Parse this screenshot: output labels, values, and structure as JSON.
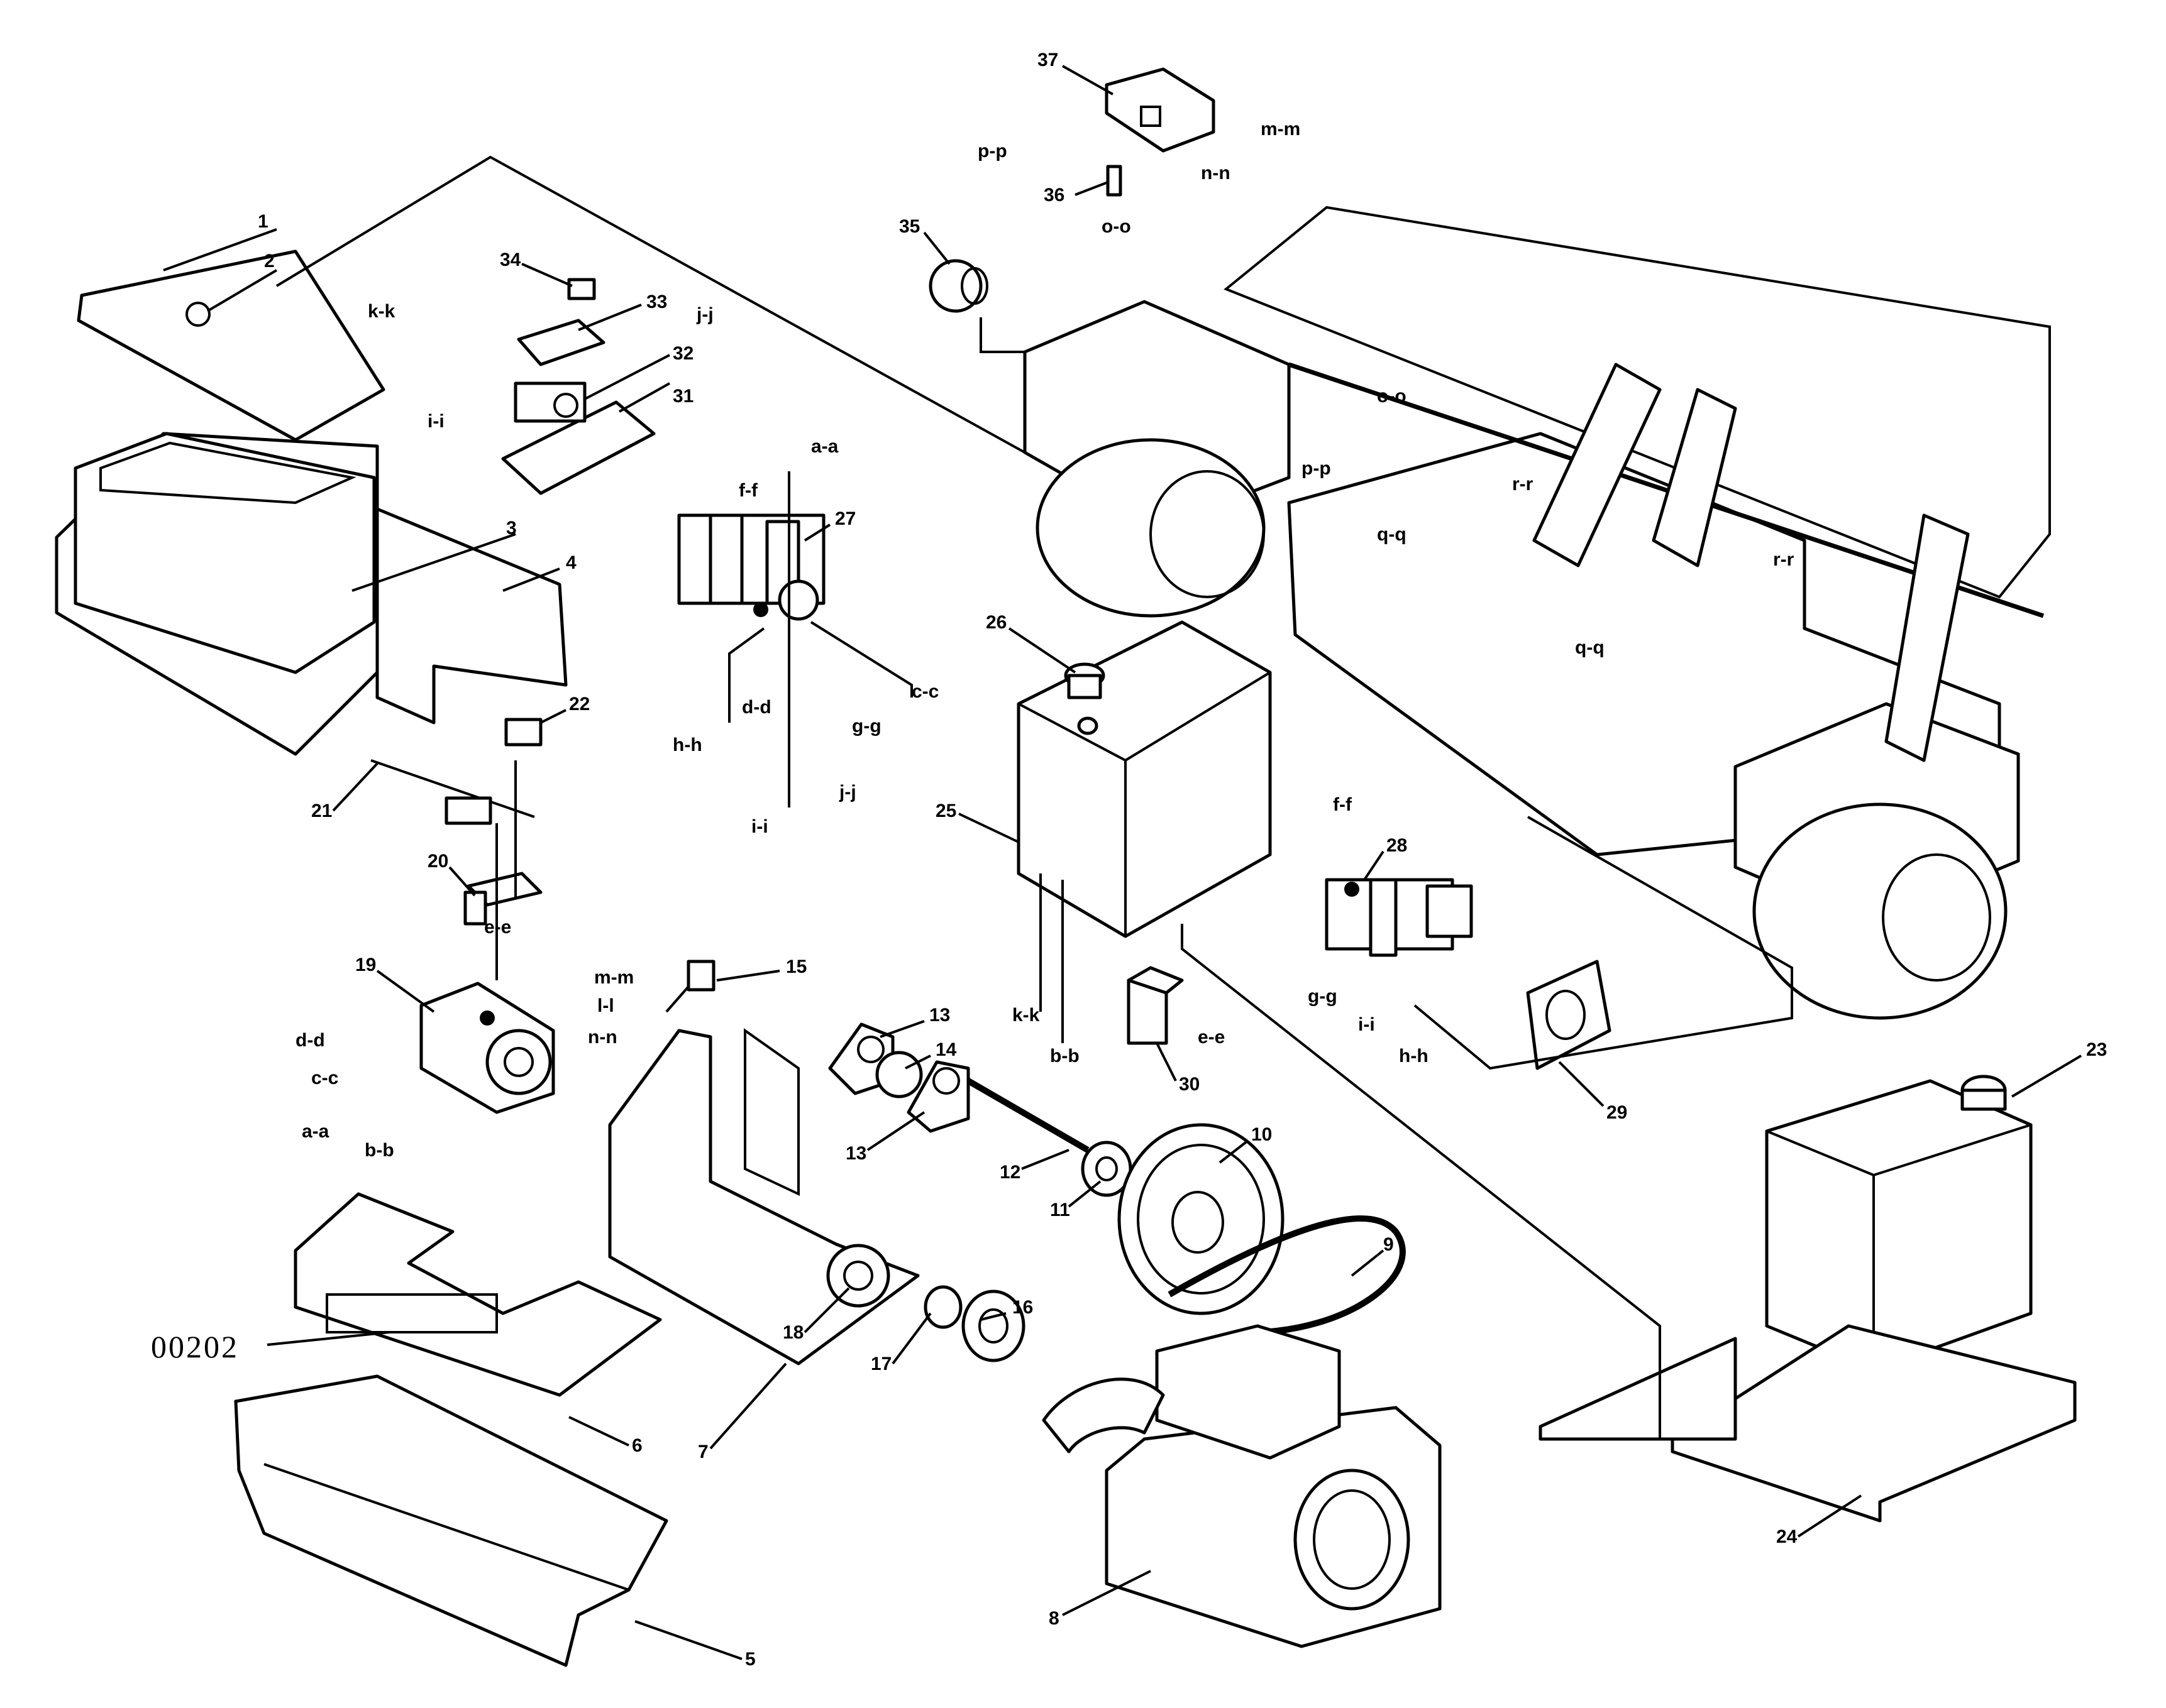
{
  "diagram_code": "00202",
  "callouts": [
    {
      "id": "1",
      "text": "1"
    },
    {
      "id": "2",
      "text": "2"
    },
    {
      "id": "3",
      "text": "3"
    },
    {
      "id": "4",
      "text": "4"
    },
    {
      "id": "5",
      "text": "5"
    },
    {
      "id": "6",
      "text": "6"
    },
    {
      "id": "7",
      "text": "7"
    },
    {
      "id": "8",
      "text": "8"
    },
    {
      "id": "9",
      "text": "9"
    },
    {
      "id": "10",
      "text": "10"
    },
    {
      "id": "11",
      "text": "11"
    },
    {
      "id": "12",
      "text": "12"
    },
    {
      "id": "13a",
      "text": "13"
    },
    {
      "id": "13b",
      "text": "13"
    },
    {
      "id": "14",
      "text": "14"
    },
    {
      "id": "15",
      "text": "15"
    },
    {
      "id": "16",
      "text": "16"
    },
    {
      "id": "17",
      "text": "17"
    },
    {
      "id": "18",
      "text": "18"
    },
    {
      "id": "19",
      "text": "19"
    },
    {
      "id": "20",
      "text": "20"
    },
    {
      "id": "21",
      "text": "21"
    },
    {
      "id": "22",
      "text": "22"
    },
    {
      "id": "23",
      "text": "23"
    },
    {
      "id": "24",
      "text": "24"
    },
    {
      "id": "25",
      "text": "25"
    },
    {
      "id": "26",
      "text": "26"
    },
    {
      "id": "27",
      "text": "27"
    },
    {
      "id": "28",
      "text": "28"
    },
    {
      "id": "29",
      "text": "29"
    },
    {
      "id": "30",
      "text": "30"
    },
    {
      "id": "31",
      "text": "31"
    },
    {
      "id": "32",
      "text": "32"
    },
    {
      "id": "33",
      "text": "33"
    },
    {
      "id": "34",
      "text": "34"
    },
    {
      "id": "35",
      "text": "35"
    },
    {
      "id": "36",
      "text": "36"
    },
    {
      "id": "37",
      "text": "37"
    }
  ],
  "connection_labels": [
    {
      "id": "aa_27",
      "text": "a-a"
    },
    {
      "id": "ff_27",
      "text": "f-f"
    },
    {
      "id": "cc_27",
      "text": "c-c"
    },
    {
      "id": "gg_27",
      "text": "g-g"
    },
    {
      "id": "dd_27",
      "text": "d-d"
    },
    {
      "id": "hh_27",
      "text": "h-h"
    },
    {
      "id": "jj_27",
      "text": "j-j"
    },
    {
      "id": "ii_27",
      "text": "i-i"
    },
    {
      "id": "kk_top",
      "text": "k-k"
    },
    {
      "id": "jj_top",
      "text": "j-j"
    },
    {
      "id": "ii_top",
      "text": "i-i"
    },
    {
      "id": "pp_37",
      "text": "p-p"
    },
    {
      "id": "mm_37",
      "text": "m-m"
    },
    {
      "id": "nn_37",
      "text": "n-n"
    },
    {
      "id": "oo_36",
      "text": "o-o"
    },
    {
      "id": "oo_frame",
      "text": "o-o"
    },
    {
      "id": "pp_frame",
      "text": "p-p"
    },
    {
      "id": "qq_frame1",
      "text": "q-q"
    },
    {
      "id": "rr_frame1",
      "text": "r-r"
    },
    {
      "id": "rr_frame2",
      "text": "r-r"
    },
    {
      "id": "qq_frame2",
      "text": "q-q"
    },
    {
      "id": "ee_19",
      "text": "e-e"
    },
    {
      "id": "mm_19",
      "text": "m-m"
    },
    {
      "id": "ll_19",
      "text": "l-l"
    },
    {
      "id": "nn_19",
      "text": "n-n"
    },
    {
      "id": "dd_19",
      "text": "d-d"
    },
    {
      "id": "cc_19",
      "text": "c-c"
    },
    {
      "id": "aa_19",
      "text": "a-a"
    },
    {
      "id": "bb_19",
      "text": "b-b"
    },
    {
      "id": "kk_25",
      "text": "k-k"
    },
    {
      "id": "bb_25",
      "text": "b-b"
    },
    {
      "id": "ee_30",
      "text": "e-e"
    },
    {
      "id": "ff_28",
      "text": "f-f"
    },
    {
      "id": "gg_28",
      "text": "g-g"
    },
    {
      "id": "ii_28",
      "text": "i-i"
    },
    {
      "id": "hh_28",
      "text": "h-h"
    }
  ]
}
